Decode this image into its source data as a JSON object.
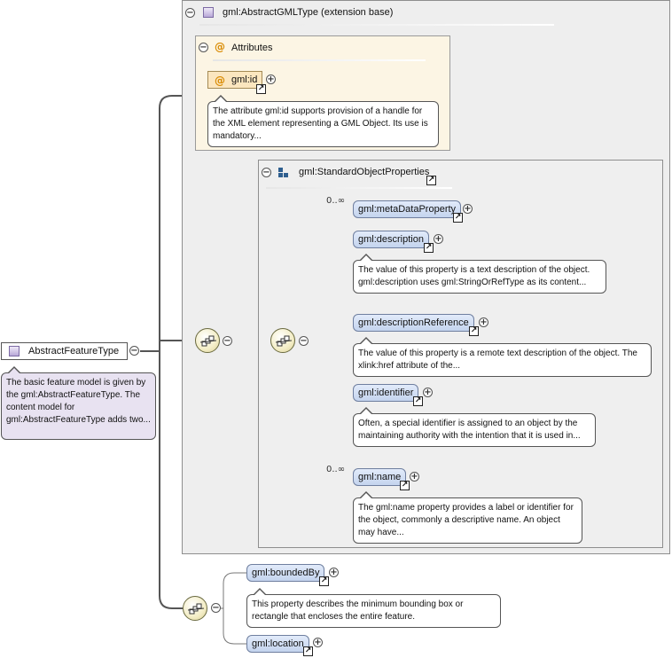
{
  "root": {
    "name": "AbstractFeatureType",
    "doc": "The basic feature model is given by the gml:AbstractFeatureType. The content model for gml:AbstractFeatureType adds two..."
  },
  "extension": {
    "title": "gml:AbstractGMLType (extension base)"
  },
  "attributes": {
    "title": "Attributes",
    "items": [
      {
        "name": "gml:id",
        "doc": "The attribute gml:id supports provision of a handle for the XML element representing a GML Object. Its use is mandatory..."
      }
    ]
  },
  "group": {
    "title": "gml:StandardObjectProperties"
  },
  "elements": [
    {
      "name": "gml:metaDataProperty",
      "multiplicity": "0..∞",
      "doc": ""
    },
    {
      "name": "gml:description",
      "multiplicity": "",
      "doc": "The value of this property is a text description of the object. gml:description uses gml:StringOrRefType as its content..."
    },
    {
      "name": "gml:descriptionReference",
      "multiplicity": "",
      "doc": "The value of this property is a remote text description of the object. The xlink:href attribute of the..."
    },
    {
      "name": "gml:identifier",
      "multiplicity": "",
      "doc": "Often, a special identifier is assigned to an object by the maintaining authority with the intention that it is used in..."
    },
    {
      "name": "gml:name",
      "multiplicity": "0..∞",
      "doc": "The gml:name property provides a label or identifier for the object, commonly a descriptive name. An object may have..."
    }
  ],
  "feature_elements": [
    {
      "name": "gml:boundedBy",
      "doc": "This property describes the minimum bounding box or rectangle that encloses the entire feature."
    },
    {
      "name": "gml:location",
      "doc": ""
    }
  ],
  "glyphs": {
    "collapse": "−",
    "expand": "+",
    "link": "↗",
    "attr": "@"
  }
}
